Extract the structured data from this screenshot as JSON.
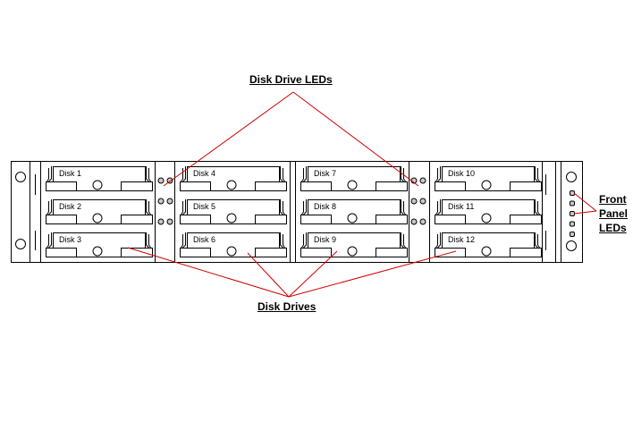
{
  "diagram": {
    "callouts": {
      "disk_drive_leds": "Disk Drive LEDs",
      "disk_drives": "Disk Drives",
      "front_panel_leds": [
        "Front",
        "Panel",
        "LEDs"
      ]
    },
    "bays": [
      {
        "column": 1,
        "disks": [
          "Disk 1",
          "Disk 2",
          "Disk 3"
        ]
      },
      {
        "column": 2,
        "disks": [
          "Disk 4",
          "Disk 5",
          "Disk 6"
        ]
      },
      {
        "column": 3,
        "disks": [
          "Disk 7",
          "Disk 8",
          "Disk 9"
        ]
      },
      {
        "column": 4,
        "disks": [
          "Disk 10",
          "Disk 11",
          "Disk 12"
        ]
      }
    ],
    "disk_led_groups": 2,
    "leds_per_group": 6,
    "front_panel_led_count": 5,
    "colors": {
      "outline": "#000000",
      "callout_line": "#d00000",
      "led_fill": "#c8c8c8",
      "background": "#ffffff"
    }
  }
}
